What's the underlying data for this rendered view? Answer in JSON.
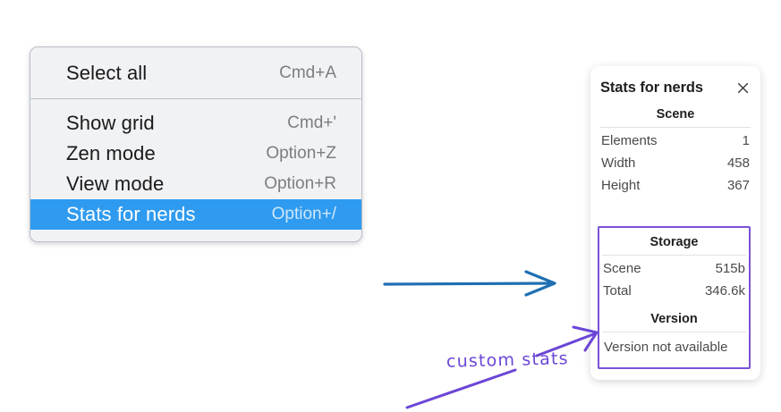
{
  "context_menu": {
    "name": "canvas-context-menu",
    "sections": [
      {
        "items": [
          {
            "label": "Select all",
            "shortcut": "Cmd+A",
            "selected": false
          }
        ]
      },
      {
        "items": [
          {
            "label": "Show grid",
            "shortcut": "Cmd+'",
            "selected": false
          },
          {
            "label": "Zen mode",
            "shortcut": "Option+Z",
            "selected": false
          },
          {
            "label": "View mode",
            "shortcut": "Option+R",
            "selected": false
          },
          {
            "label": "Stats for nerds",
            "shortcut": "Option+/",
            "selected": true
          }
        ]
      }
    ],
    "selected_highlight_color": "#2f9bf0"
  },
  "stats_panel": {
    "title": "Stats for nerds",
    "close_icon": "close-icon",
    "groups": [
      {
        "heading": "Scene",
        "rows": [
          {
            "key": "Elements",
            "value": "1"
          },
          {
            "key": "Width",
            "value": "458"
          },
          {
            "key": "Height",
            "value": "367"
          }
        ]
      },
      {
        "heading": "Storage",
        "rows": [
          {
            "key": "Scene",
            "value": "515b"
          },
          {
            "key": "Total",
            "value": "346.6k"
          }
        ]
      },
      {
        "heading": "Version",
        "single_line": "Version not available",
        "rows": []
      }
    ]
  },
  "annotations": {
    "arrow_blue": {
      "name": "blue-arrow",
      "color": "#1f6fb2",
      "direction": "right"
    },
    "custom_stats_label": "custom stats",
    "custom_stats_color": "#6b46d6",
    "highlight_box_color": "#7b52d6"
  }
}
